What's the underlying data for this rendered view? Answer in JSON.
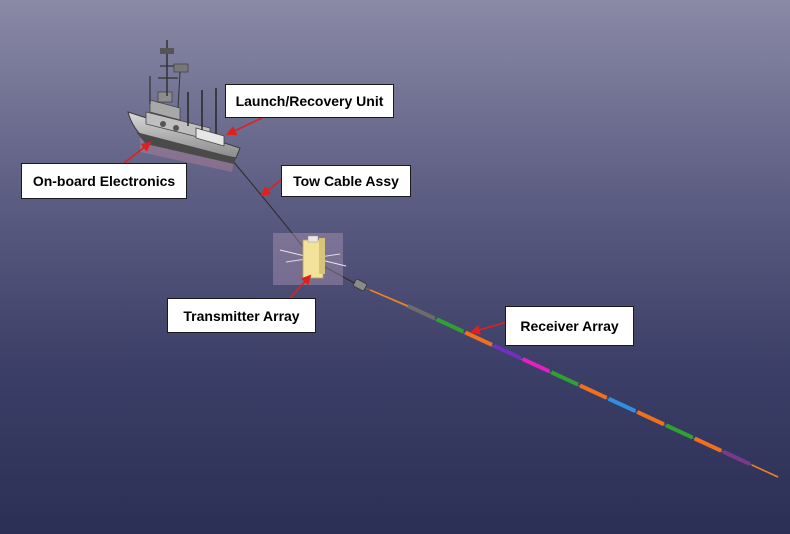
{
  "diagram": {
    "labels": {
      "launch_recovery": "Launch/Recovery Unit",
      "onboard_electronics": "On-board Electronics",
      "tow_cable": "Tow Cable Assy",
      "transmitter": "Transmitter Array",
      "receiver": "Receiver Array"
    },
    "colors": {
      "arrow": "#e0201c",
      "callout_bg": "#ffffff",
      "transmitter": "#f2e29a",
      "receiver_segments": [
        "#6c6c6c",
        "#30a030",
        "#f07020",
        "#7030c0",
        "#e020c0",
        "#30a030",
        "#f07020",
        "#3090e0",
        "#f07020",
        "#30a030",
        "#f07020",
        "#7a3a8a"
      ]
    },
    "icons": [
      "ship-icon",
      "transmitter-icon",
      "receiver-array-icon"
    ]
  }
}
